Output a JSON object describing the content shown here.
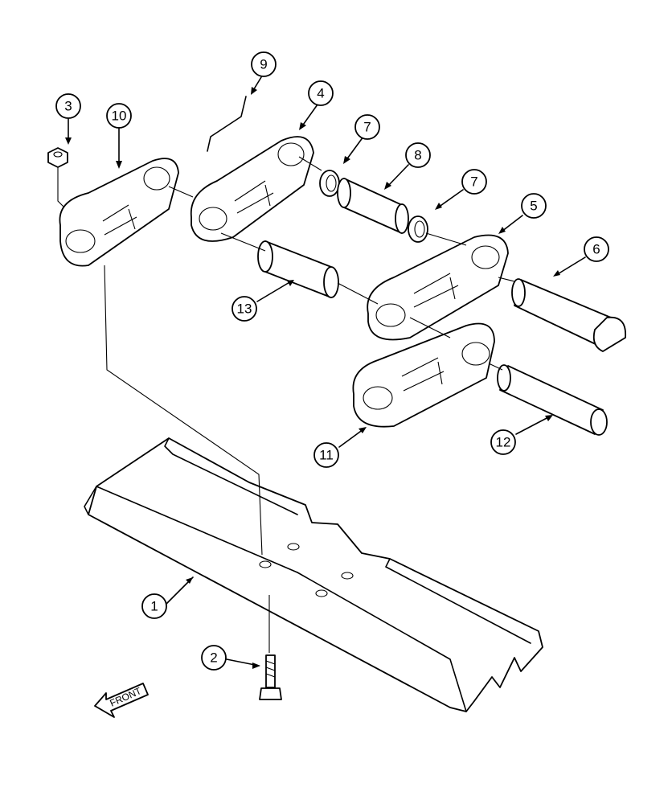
{
  "callouts": {
    "c1": "1",
    "c2": "2",
    "c3": "3",
    "c4": "4",
    "c5": "5",
    "c6": "6",
    "c7a": "7",
    "c7b": "7",
    "c8": "8",
    "c9": "9",
    "c10": "10",
    "c11": "11",
    "c12": "12",
    "c13": "13"
  },
  "front_label": "FRONT"
}
